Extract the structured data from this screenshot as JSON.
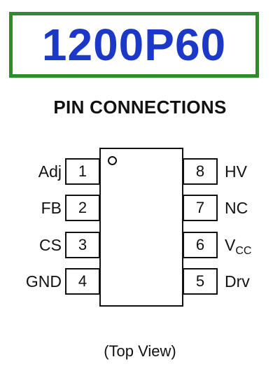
{
  "title": "1200P60",
  "heading": "PIN CONNECTIONS",
  "footer": "(Top View)",
  "colors": {
    "title_text": "#1c38c8",
    "title_border": "#2e8b2e",
    "line": "#111111"
  },
  "pins": {
    "p1": {
      "number": "1",
      "label": "Adj"
    },
    "p2": {
      "number": "2",
      "label": "FB"
    },
    "p3": {
      "number": "3",
      "label": "CS"
    },
    "p4": {
      "number": "4",
      "label": "GND"
    },
    "p5": {
      "number": "5",
      "label": "Drv"
    },
    "p6": {
      "number": "6",
      "label_main": "V",
      "label_sub": "CC"
    },
    "p7": {
      "number": "7",
      "label": "NC"
    },
    "p8": {
      "number": "8",
      "label": "HV"
    }
  }
}
